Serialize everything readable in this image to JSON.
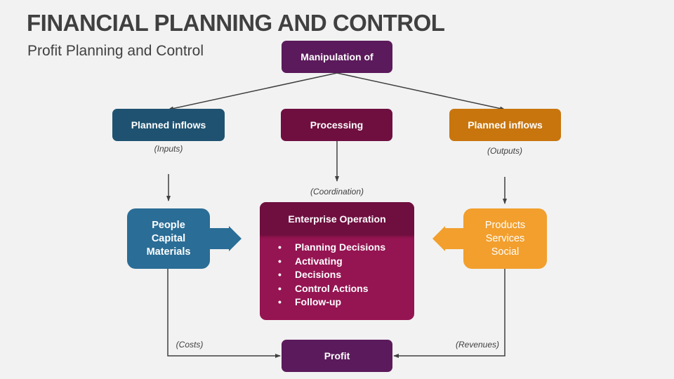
{
  "title": "FINANCIAL PLANNING AND CONTROL",
  "subtitle": "Profit Planning and Control",
  "colors": {
    "background": "#f2f2f2",
    "purple": "#5b1a5b",
    "maroon": "#6f0f3f",
    "magenta": "#951452",
    "dark_teal": "#1f5270",
    "teal": "#2a6d96",
    "dark_orange": "#c8750e",
    "orange": "#f29f2d",
    "line": "#404040"
  },
  "nodes": {
    "manipulation": "Manipulation of",
    "planned_inputs": "Planned inflows",
    "processing": "Processing",
    "planned_outputs": "Planned inflows",
    "resources": [
      "People",
      "Capital",
      "Materials"
    ],
    "enterprise": {
      "title": "Enterprise Operation",
      "items": [
        "Planning Decisions",
        "Activating",
        "Decisions",
        "Control Actions",
        "Follow-up"
      ]
    },
    "outputs": [
      "Products",
      "Services",
      "Social"
    ],
    "profit": "Profit"
  },
  "labels": {
    "inputs": "(Inputs)",
    "coordination": "(Coordination)",
    "outputs": "(Outputs)",
    "costs": "(Costs)",
    "revenues": "(Revenues)"
  }
}
